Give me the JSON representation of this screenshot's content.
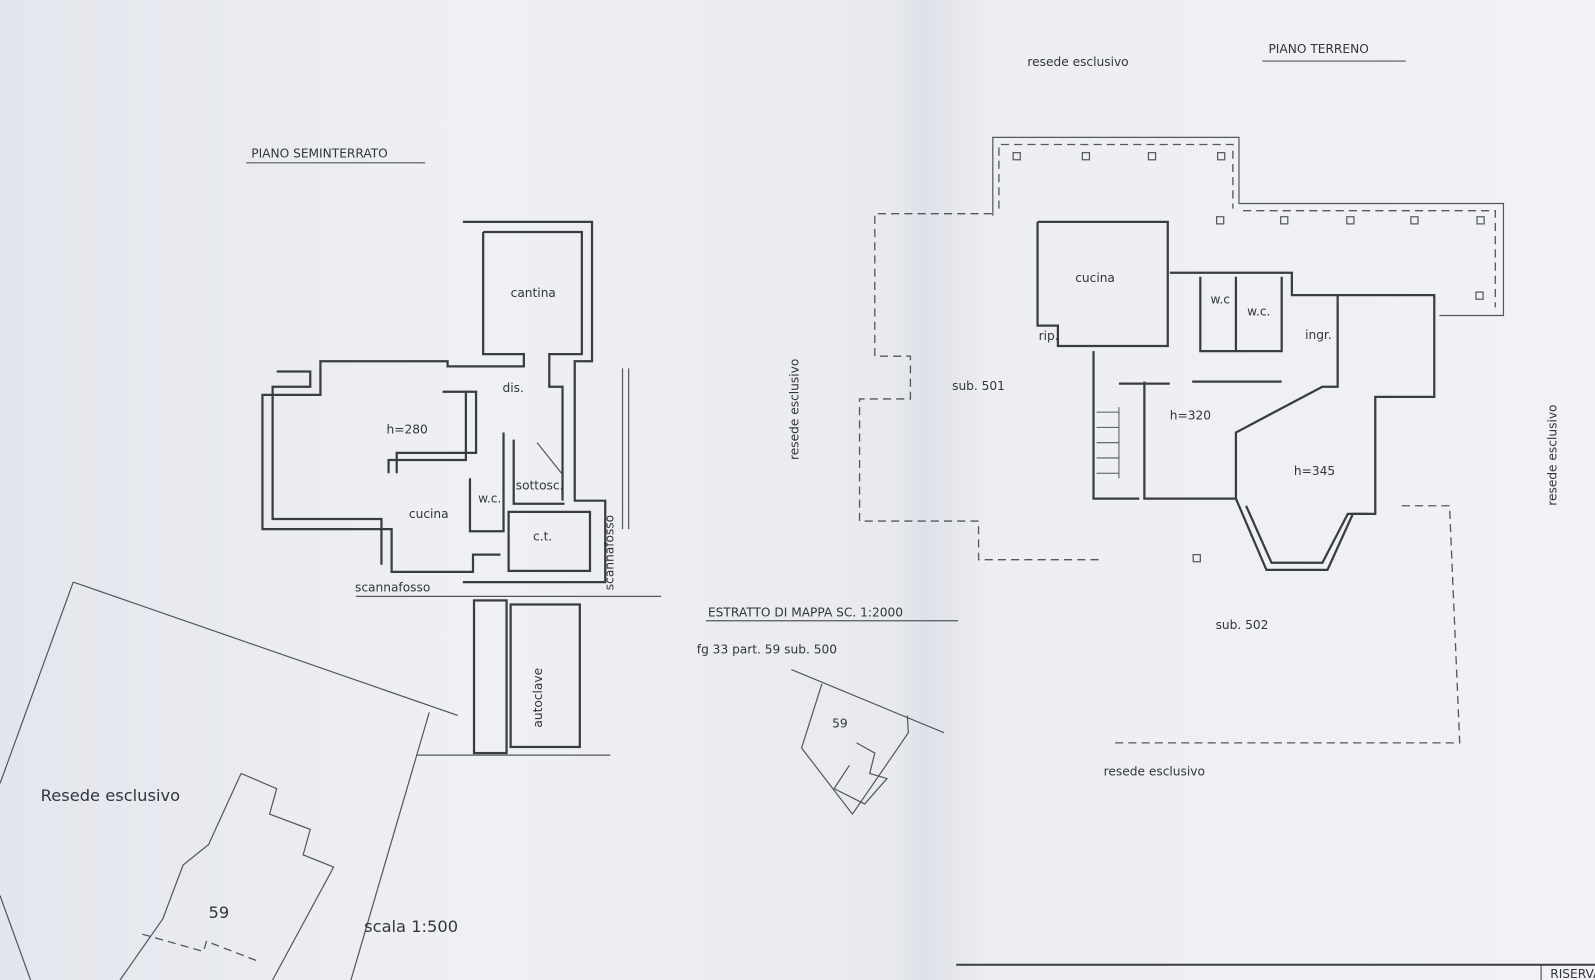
{
  "left_plan": {
    "title": "PIANO SEMINTERRATO",
    "rooms": {
      "cantina": "cantina",
      "dis": "dis.",
      "height": "h=280",
      "cucina": "cucina",
      "wc": "w.c.",
      "sottosc": "sottosc.",
      "ct": "c.t.",
      "autoclave": "autoclave"
    },
    "scannafosso_h": "scannafosso",
    "scannafosso_v": "scannafosso"
  },
  "site_plan": {
    "resede": "Resede esclusivo",
    "parcel": "59",
    "scale": "scala 1:500"
  },
  "map_extract": {
    "title": "ESTRATTO DI MAPPA   SC. 1:2000",
    "ref": "fg  33   part. 59   sub. 500",
    "parcel": "59"
  },
  "right_plan": {
    "title": "PIANO  TERRENO",
    "resede_top": "resede   esclusivo",
    "resede_left": "resede  esclusivo",
    "resede_right": "resede  esclusivo",
    "resede_bottom": "resede   esclusivo",
    "sub501": "sub. 501",
    "sub502": "sub. 502",
    "rooms": {
      "cucina": "cucina",
      "rip": "rip.",
      "wc1": "w.c",
      "wc2": "w.c.",
      "ingr": "ingr.",
      "h320": "h=320",
      "h345": "h=345"
    }
  },
  "footer": {
    "stamp": "RISERVA"
  }
}
